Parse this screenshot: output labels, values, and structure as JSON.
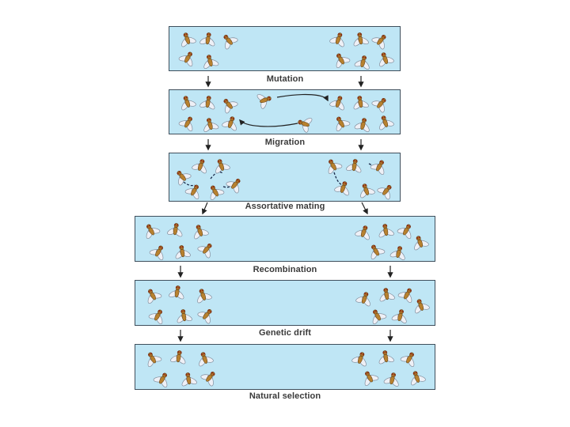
{
  "stages": [
    {
      "label": "Mutation"
    },
    {
      "label": "Migration"
    },
    {
      "label": "Assortative mating"
    },
    {
      "label": "Recombination"
    },
    {
      "label": "Genetic drift"
    },
    {
      "label": "Natural selection"
    }
  ],
  "icons": {
    "fly": "fruit-fly-icon",
    "arrow": "down-arrow-icon"
  },
  "colors": {
    "panel_fill": "#bfe6f5",
    "panel_border": "#3f4f5c",
    "fly_body": "#b7812f",
    "fly_eye": "#8c2a16",
    "wing": "#e9ecf2"
  }
}
